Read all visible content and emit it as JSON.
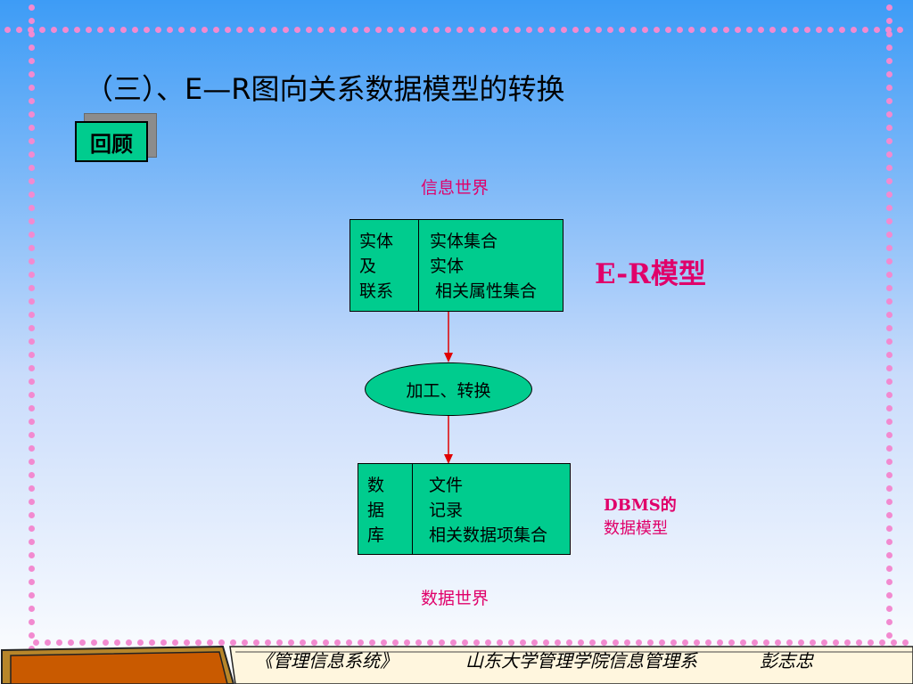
{
  "title": "（三）、E—R图向关系数据模型的转换",
  "review_button": "回顾",
  "info_world": "信息世界",
  "data_world": "数据世界",
  "er_box": {
    "left_lines": [
      "实体",
      "及",
      "联系"
    ],
    "right_lines": [
      "实体集合",
      "实体",
      " 相关属性集合"
    ]
  },
  "process": "加工、转换",
  "db_box": {
    "left_lines": [
      "数",
      "据",
      "库"
    ],
    "right_lines": [
      "文件",
      "记录",
      "相关数据项集合"
    ]
  },
  "er_model_label": "E-R模型",
  "dbms_label_1": "DBMS的",
  "dbms_label_2": "数据模型",
  "footer": {
    "course": "《管理信息系统》",
    "dept": "山东大学管理学院信息管理系",
    "author": "彭志忠"
  },
  "colors": {
    "box_fill": "#00cc8e",
    "accent_pink": "#e0006a",
    "dots": "#f28ad0",
    "arrow": "#e00000"
  }
}
